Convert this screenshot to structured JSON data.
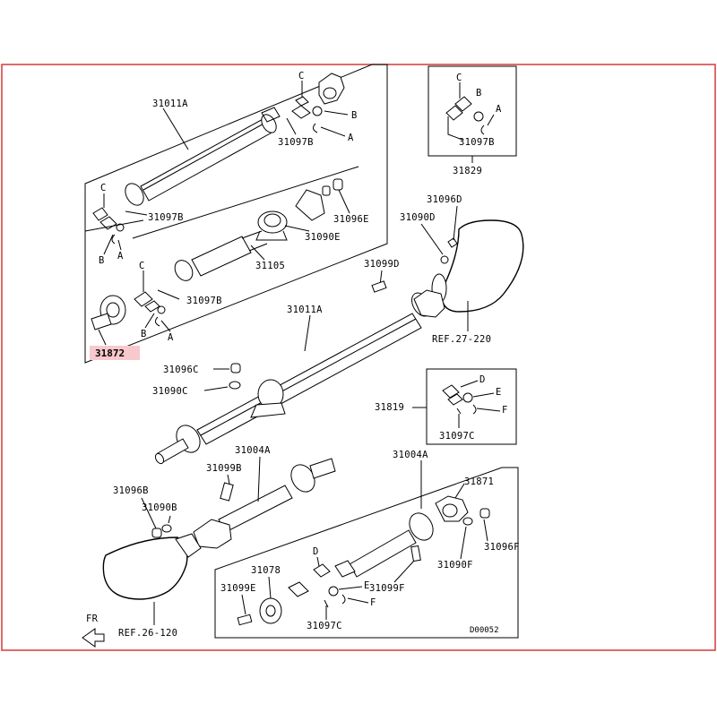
{
  "labels": {
    "p31011A_top": "31011A",
    "p31097B_a": "31097B",
    "p31097B_b": "31097B",
    "p31097B_c": "31097B",
    "p31096E": "31096E",
    "p31090E": "31090E",
    "p31105": "31105",
    "p31872": "31872",
    "p31829": "31829",
    "p31097B_d": "31097B",
    "p31096D": "31096D",
    "p31090D": "31090D",
    "p31099D": "31099D",
    "p31011A_mid": "31011A",
    "ref27": "REF.27-220",
    "p31096C": "31096C",
    "p31090C": "31090C",
    "p31819": "31819",
    "p31097C_a": "31097C",
    "p31004A_a": "31004A",
    "p31004A_b": "31004A",
    "p31099B": "31099B",
    "p31096B": "31096B",
    "p31090B": "31090B",
    "p31871": "31871",
    "p31096F": "31096F",
    "p31090F": "31090F",
    "p31078": "31078",
    "p31099E": "31099E",
    "p31099F": "31099F",
    "p31097C_b": "31097C",
    "ref26": "REF.26-120",
    "fr": "FR",
    "code": "D00052"
  },
  "letters": {
    "A": "A",
    "B": "B",
    "C": "C",
    "D": "D",
    "E": "E",
    "F": "F"
  },
  "colors": {
    "frame": "#d33a3a",
    "highlight": "#f7c9cc"
  }
}
